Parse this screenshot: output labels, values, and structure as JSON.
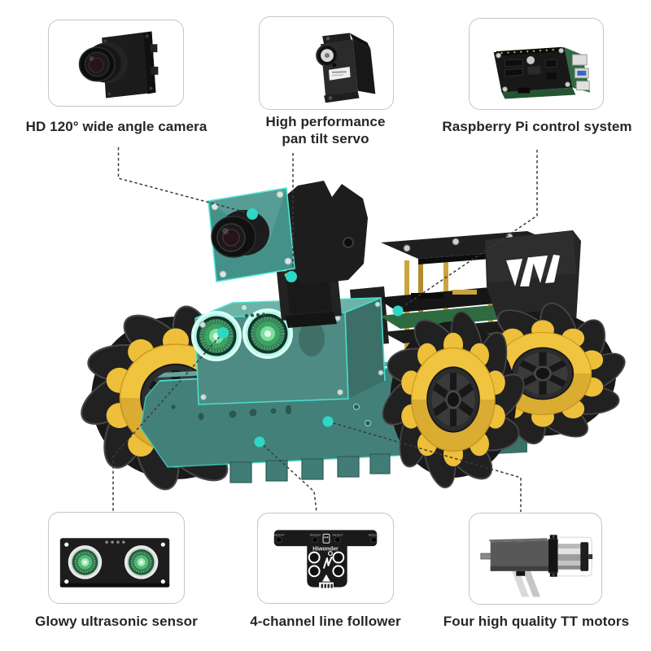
{
  "page": {
    "background": "#ffffff"
  },
  "colors": {
    "accent_dot": "#2bd9c6",
    "chassis_teal": "#4e8b84",
    "edge_cyan": "#45e4d2",
    "wheel_yellow": "#f0c43e",
    "eye_green": "#3da264",
    "connector_line": "#3b3b3b",
    "box_border": "#c6c6c6",
    "label_text": "#262626"
  },
  "callouts": {
    "camera": {
      "label": "HD 120° wide angle camera",
      "icon": "camera-module-image"
    },
    "servo": {
      "label": "High performance pan tilt servo",
      "icon": "pan-tilt-servo-image"
    },
    "raspberry_pi": {
      "label": "Raspberry Pi control system",
      "icon": "raspberry-pi-image"
    },
    "ultrasonic": {
      "label": "Glowy ultrasonic sensor",
      "icon": "ultrasonic-sensor-image"
    },
    "line_follower": {
      "label": "4-channel line follower",
      "icon": "line-follower-image"
    },
    "tt_motor": {
      "label": "Four high quality TT motors",
      "icon": "tt-motor-image"
    }
  },
  "line_follower_board": {
    "brand": "Hiwonder",
    "sensors": [
      "Sensor4",
      "Sensor3",
      "Sensor2",
      "Sensor1"
    ]
  }
}
